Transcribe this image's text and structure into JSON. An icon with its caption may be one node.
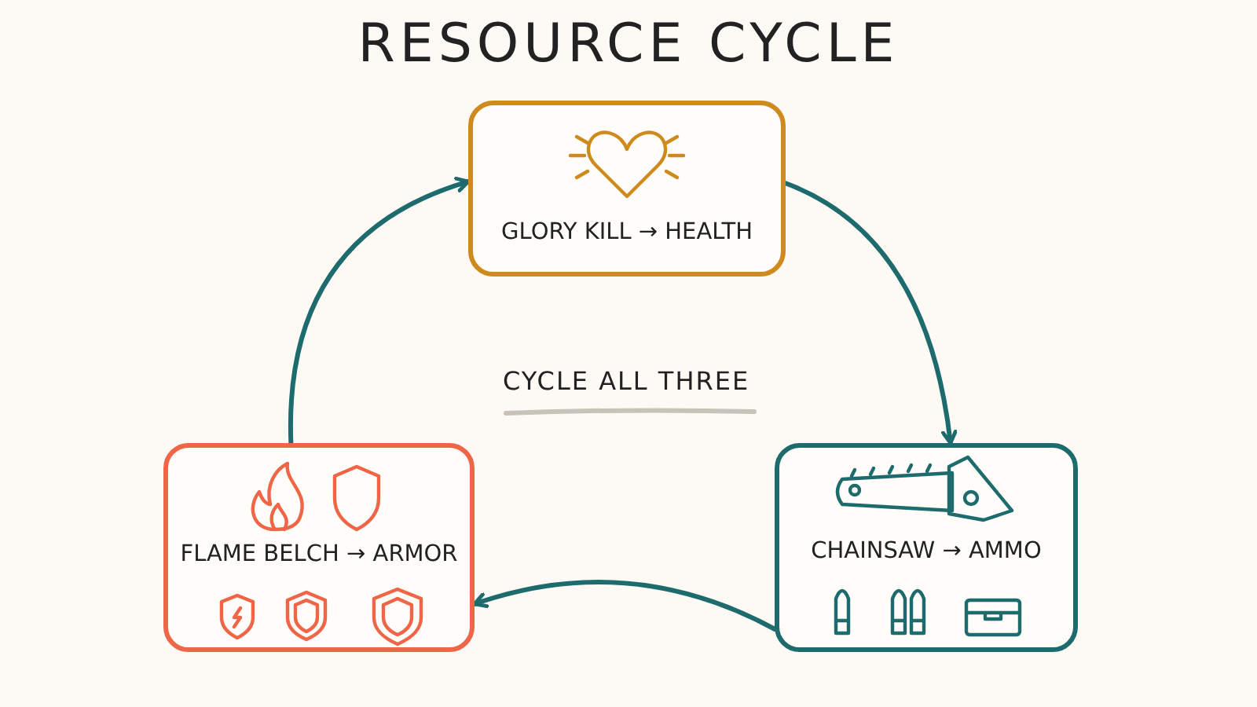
{
  "diagram": {
    "title": "RESOURCE CYCLE",
    "nodes": [
      {
        "text": [
          "GLORY KILL → HEALTH"
        ]
      },
      {
        "text": [
          "CHAINSAW → AMMO"
        ]
      },
      {
        "text": [
          "FLAME BELCH → ARMOR"
        ]
      }
    ],
    "edges": [
      {
        "from": 0,
        "to": 1,
        "arrow": "to"
      },
      {
        "from": 1,
        "to": 2,
        "arrow": "to"
      },
      {
        "from": 2,
        "to": 0,
        "arrow": "to"
      }
    ],
    "labels": [
      "CYCLE ALL THREE"
    ]
  }
}
